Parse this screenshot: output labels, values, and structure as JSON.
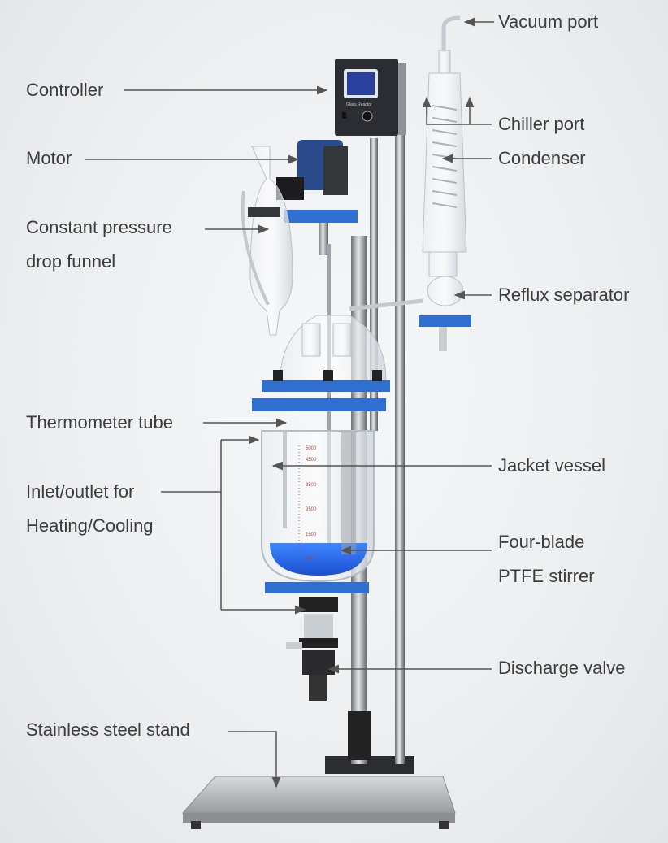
{
  "labels": {
    "vacuum_port": "Vacuum port",
    "controller": "Controller",
    "chiller_port": "Chiller port",
    "condenser": "Condenser",
    "motor": "Motor",
    "funnel_line1": "Constant pressure",
    "funnel_line2": "drop funnel",
    "reflux_separator": "Reflux separator",
    "thermometer_tube": "Thermometer tube",
    "jacket_vessel": "Jacket vessel",
    "inlet_line1": "Inlet/outlet for",
    "inlet_line2": "Heating/Cooling",
    "stirrer_line1": "Four-blade",
    "stirrer_line2": "PTFE stirrer",
    "discharge_valve": "Discharge valve",
    "stand": "Stainless steel stand"
  },
  "device": {
    "controller_text": "Glass Reactor",
    "graduations": [
      "5000",
      "4500",
      "3500",
      "2500",
      "1500",
      "500"
    ]
  },
  "colors": {
    "label_text": "#3c3c3c",
    "leader_line": "#555555",
    "flange_blue": "#2f6fd0",
    "liquid_blue": "#2a6cf0",
    "controller_body": "#2b2d33"
  }
}
